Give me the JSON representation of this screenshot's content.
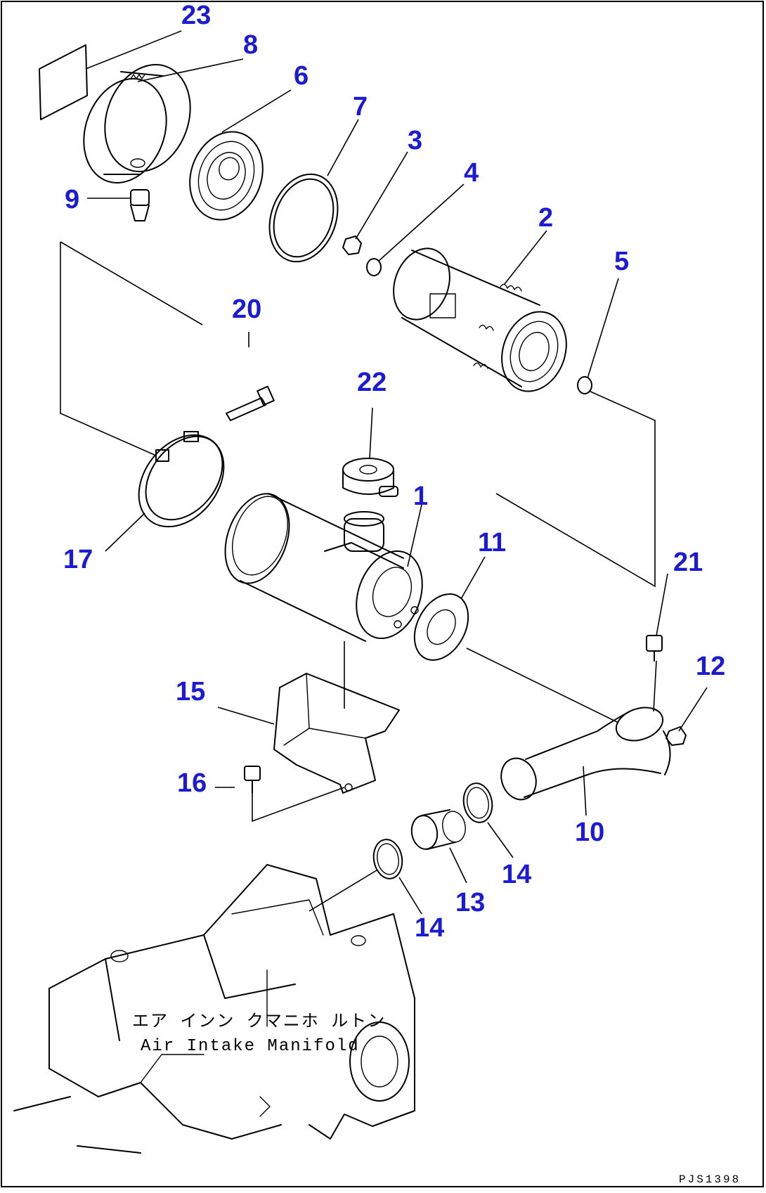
{
  "diagram": {
    "callouts": [
      "1",
      "2",
      "3",
      "4",
      "5",
      "6",
      "7",
      "8",
      "9",
      "10",
      "11",
      "12",
      "13",
      "14",
      "14",
      "15",
      "16",
      "17",
      "20",
      "21",
      "22",
      "23"
    ],
    "annotation": {
      "line1": "エア インン クマニホ ルトン",
      "line2": "Air Intake Manifold"
    },
    "drawing_code": "PJS1398"
  }
}
